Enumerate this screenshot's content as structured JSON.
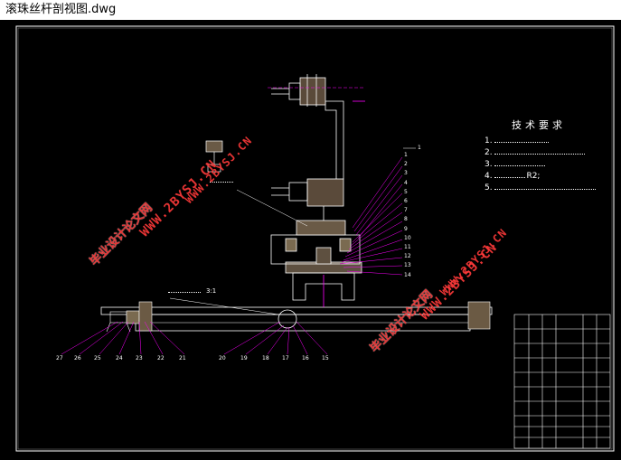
{
  "window": {
    "title": "滚珠丝杆剖视图.dwg"
  },
  "drawing": {
    "tech_requirements_title": "技术要求",
    "tech_requirements": [
      "1.",
      "2.",
      "3.",
      "4.",
      "5."
    ],
    "tech_inline": {
      "r2": "R2;"
    },
    "scale_label": "3:1",
    "part_numbers_right": [
      "1",
      "2",
      "3",
      "4",
      "5",
      "6",
      "7",
      "8",
      "9",
      "10",
      "11",
      "12",
      "13",
      "14"
    ],
    "part_numbers_bottom": [
      "27",
      "26",
      "25",
      "24",
      "23",
      "22",
      "21",
      "20",
      "19",
      "18",
      "17",
      "16",
      "15"
    ],
    "top_label_1": "1"
  },
  "watermark": {
    "cn_text": "毕业设计论文网",
    "url_text": "WWW.2BYSJ.CN"
  },
  "colors": {
    "magenta": "#ff00ff",
    "white": "#ffffff",
    "grey": "#c0c0c0",
    "watermark": "#ff3a3a"
  }
}
